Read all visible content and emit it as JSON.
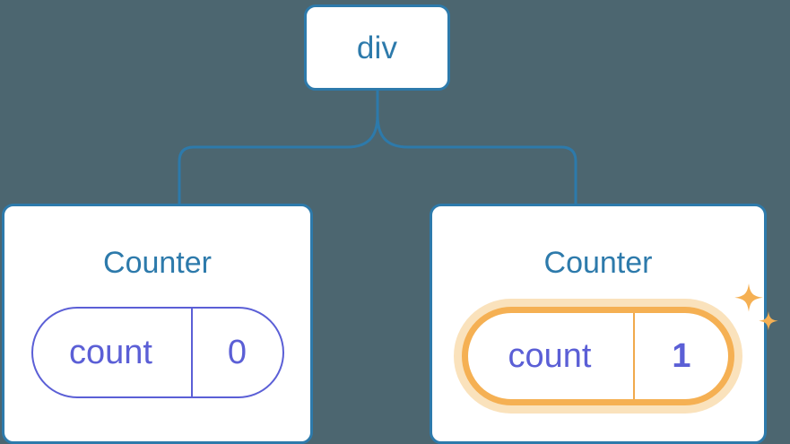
{
  "diagram": {
    "title": "React component tree with state update highlight",
    "background_color": "#4c6670",
    "node_border_color": "#2d7aab",
    "node_text_color": "#2d7aab",
    "state_color": "#5b5fd6",
    "highlight_color": "#f5b053",
    "highlight_glow_color": "#fae2bc",
    "connector_color": "#2d7aab"
  },
  "root": {
    "label": "div"
  },
  "children": [
    {
      "label": "Counter",
      "state": {
        "key": "count",
        "value": "0"
      },
      "highlighted": false,
      "sparkle": false
    },
    {
      "label": "Counter",
      "state": {
        "key": "count",
        "value": "1"
      },
      "highlighted": true,
      "sparkle": true,
      "sparkle_icon": "sparkles-icon"
    }
  ]
}
